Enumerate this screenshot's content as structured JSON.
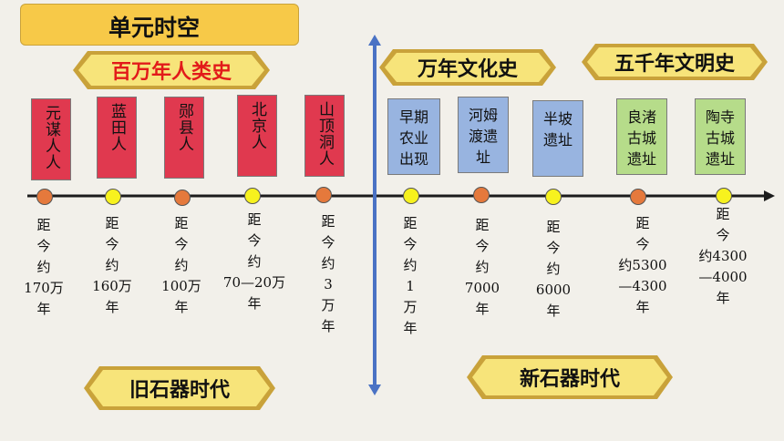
{
  "title": "单元时空",
  "banners": {
    "paleolithic_millions": "百万年人类史",
    "ten_thousand": "万年文化史",
    "five_thousand": "五千年文明史",
    "old_stone_age": "旧石器时代",
    "new_stone_age": "新石器时代"
  },
  "sites": [
    {
      "label": "元谋人人",
      "time": "距\n今\n约\n170万\n年"
    },
    {
      "label": "蓝田人",
      "time": "距\n今\n约\n160万\n年"
    },
    {
      "label": "郧县人",
      "time": "距\n今\n约\n100万\n年"
    },
    {
      "label": "北京人",
      "time": "距\n今\n约\n70—20万\n年"
    },
    {
      "label": "山顶洞人",
      "time": "距\n今\n约\n3\n万\n年"
    },
    {
      "label": "早期\n农业\n出现",
      "time": "距\n今\n约\n1\n万\n年"
    },
    {
      "label": "河姆\n渡遗\n址",
      "time": "距\n今\n约\n7000\n年"
    },
    {
      "label": "半坡\n遗址",
      "time": "距\n今\n约\n6000\n年"
    },
    {
      "label": "良渚\n古城\n遗址",
      "time": "距\n今\n约5300\n—4300\n年"
    },
    {
      "label": "陶寺\n古城\n遗址",
      "time": "距\n今\n约4300\n—4000\n年"
    }
  ],
  "colors": {
    "title_bg": "#f7c948",
    "banner_fill": "#f7e47a",
    "pink_box": "#e0394f",
    "blue_box": "#98b4e0",
    "green_box": "#b6dc8a",
    "orange_dot": "#e5793c",
    "yellow_dot": "#f7f21e",
    "divider": "#4a72c4"
  }
}
